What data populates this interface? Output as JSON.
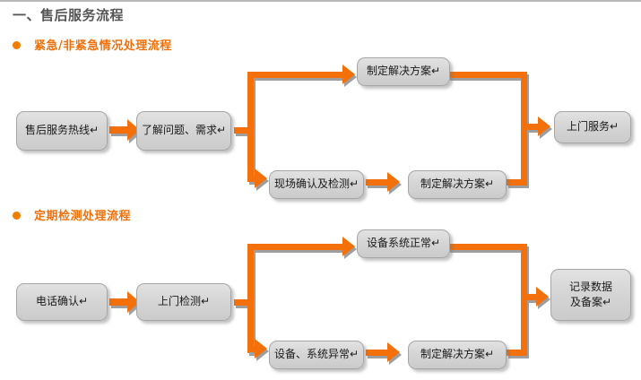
{
  "document": {
    "main_heading": "一、售后服务流程",
    "accent_color": "#f4700a",
    "node_fill": "#d6d6d6",
    "heading_color": "#555555"
  },
  "sections": [
    {
      "bullet_icon": "filled-circle-bullet",
      "title": "紧急/非紧急情况处理流程",
      "nodes": {
        "start": "售后服务热线↵",
        "second": "了解问题、需求↵",
        "branch_top": "制定解决方案↵",
        "branch_bottom_1": "现场确认及检测↵",
        "branch_bottom_2": "制定解决方案↵",
        "end": "上门服务↵"
      }
    },
    {
      "bullet_icon": "filled-circle-bullet",
      "title": "定期检测处理流程",
      "nodes": {
        "start": "电话确认↵",
        "second": "上门检测↵",
        "branch_top": "设备系统正常↵",
        "branch_bottom_1": "设备、系统异常↵",
        "branch_bottom_2": "制定解决方案↵",
        "end": "记录数据\n及备案↵"
      }
    }
  ]
}
